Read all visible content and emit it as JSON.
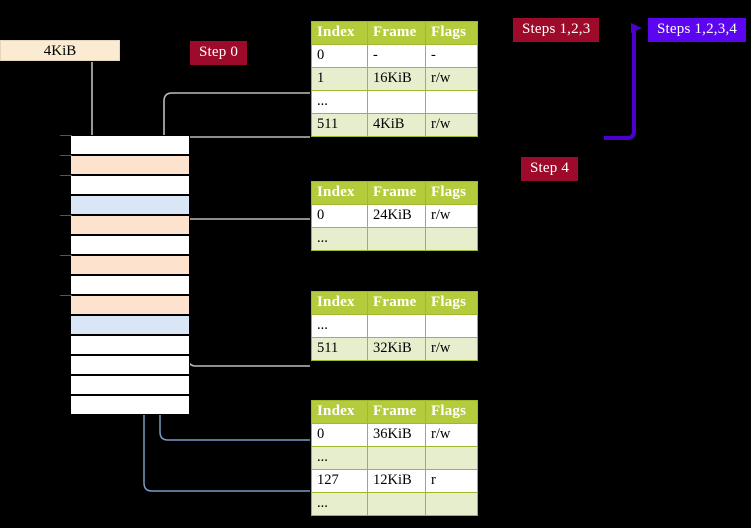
{
  "diagram": {
    "title_badges": [
      {
        "id": "steps123",
        "label": "Steps 1,2,3",
        "color": "#9e0b2a",
        "text_color": "#ffffff"
      },
      {
        "id": "steps1234",
        "label": "Steps 1,2,3,4",
        "color": "#5b06ef",
        "text_color": "#ffffff"
      },
      {
        "id": "step0",
        "label": "Step 0",
        "color": "#9e0b2a",
        "text_color": "#ffffff"
      },
      {
        "id": "step4",
        "label": "Step 4",
        "color": "#9e0b2a",
        "text_color": "#ffffff"
      }
    ],
    "memory_label": "4KiB",
    "colors": {
      "table_header": "#b4cc3c",
      "table_alt_row": "#e7eecd",
      "table_border": "#9fb82e",
      "highlight": "#ffff99",
      "frame_orange": "#fde3cd",
      "frame_blue": "#d9e6f6",
      "memory_label_bg": "#faebd2",
      "gray_arrow": "#b0b0b0",
      "blue_arrow": "#7a9cc6",
      "violet_arrow": "#4b00d0"
    },
    "memory_column": {
      "rows": [
        {
          "i": 0,
          "fill": "white"
        },
        {
          "i": 1,
          "fill": "orange"
        },
        {
          "i": 2,
          "fill": "white"
        },
        {
          "i": 3,
          "fill": "blue"
        },
        {
          "i": 4,
          "fill": "orange"
        },
        {
          "i": 5,
          "fill": "white"
        },
        {
          "i": 6,
          "fill": "orange"
        },
        {
          "i": 7,
          "fill": "white"
        },
        {
          "i": 8,
          "fill": "orange"
        },
        {
          "i": 9,
          "fill": "blue"
        },
        {
          "i": 10,
          "fill": "white"
        },
        {
          "i": 11,
          "fill": "white"
        },
        {
          "i": 12,
          "fill": "white"
        },
        {
          "i": 13,
          "fill": "white"
        }
      ]
    },
    "tables": [
      {
        "id": "pml4",
        "headers": [
          "Index",
          "Frame",
          "Flags"
        ],
        "rows": [
          {
            "style": "plain",
            "highlight": false,
            "cells": [
              "0",
              "-",
              "-"
            ]
          },
          {
            "style": "alt",
            "highlight": false,
            "cells": [
              "1",
              "16KiB",
              "r/w"
            ]
          },
          {
            "style": "plain",
            "highlight": false,
            "cells": [
              "...",
              "",
              ""
            ]
          },
          {
            "style": "alt",
            "highlight": true,
            "cells": [
              "511",
              "4KiB",
              "r/w"
            ]
          }
        ]
      },
      {
        "id": "pdp",
        "headers": [
          "Index",
          "Frame",
          "Flags"
        ],
        "rows": [
          {
            "style": "plain",
            "highlight": false,
            "cells": [
              "0",
              "24KiB",
              "r/w"
            ]
          },
          {
            "style": "alt",
            "highlight": false,
            "cells": [
              "...",
              "",
              ""
            ]
          }
        ]
      },
      {
        "id": "pd",
        "headers": [
          "Index",
          "Frame",
          "Flags"
        ],
        "rows": [
          {
            "style": "plain",
            "highlight": false,
            "cells": [
              "...",
              "",
              ""
            ]
          },
          {
            "style": "alt",
            "highlight": false,
            "cells": [
              "511",
              "32KiB",
              "r/w"
            ]
          }
        ]
      },
      {
        "id": "pt",
        "headers": [
          "Index",
          "Frame",
          "Flags"
        ],
        "rows": [
          {
            "style": "plain",
            "highlight": false,
            "cells": [
              "0",
              "36KiB",
              "r/w"
            ]
          },
          {
            "style": "alt",
            "highlight": false,
            "cells": [
              "...",
              "",
              ""
            ]
          },
          {
            "style": "plain",
            "highlight": false,
            "cells": [
              "127",
              "12KiB",
              "r"
            ]
          },
          {
            "style": "alt",
            "highlight": false,
            "cells": [
              "...",
              "",
              ""
            ]
          }
        ]
      }
    ]
  }
}
